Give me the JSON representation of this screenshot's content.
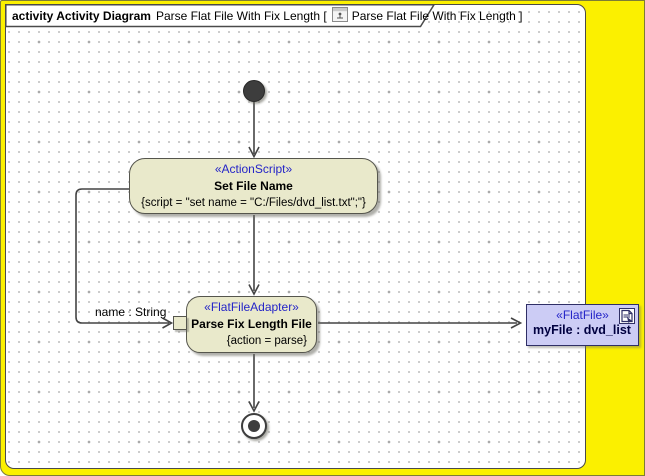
{
  "frame_title": {
    "kind_label": "activity Activity Diagram",
    "diagram_name_part": "Parse Flat File With Fix Length [",
    "diagram_ref_part": "Parse Flat File With Fix Length ]"
  },
  "nodes": {
    "set_file_name": {
      "stereotype": "«ActionScript»",
      "name": "Set File Name",
      "constraint": "{script = \"set name = \"C:/Files/dvd_list.txt\";\"}"
    },
    "parse_fix_length_file": {
      "stereotype": "«FlatFileAdapter»",
      "name": "Parse Fix Length File",
      "constraint": "{action = parse}"
    },
    "flat_file_object": {
      "stereotype": "«FlatFile»",
      "name": "myFile : dvd_list"
    }
  },
  "edge_labels": {
    "pin_flow": "name : String"
  },
  "icons": {
    "title_icon": "activity-diagram-icon",
    "object_icon": "note-document-icon"
  },
  "colors": {
    "canvas_background": "#FBF000",
    "action_fill": "#E9E9CB",
    "action_border": "#55554D",
    "stereotype_text": "#2424C8",
    "object_fill": "#CCCCF5",
    "object_border": "#2F2F66",
    "edge_line": "#444444",
    "node_shape_dark": "#3D3D3D"
  }
}
